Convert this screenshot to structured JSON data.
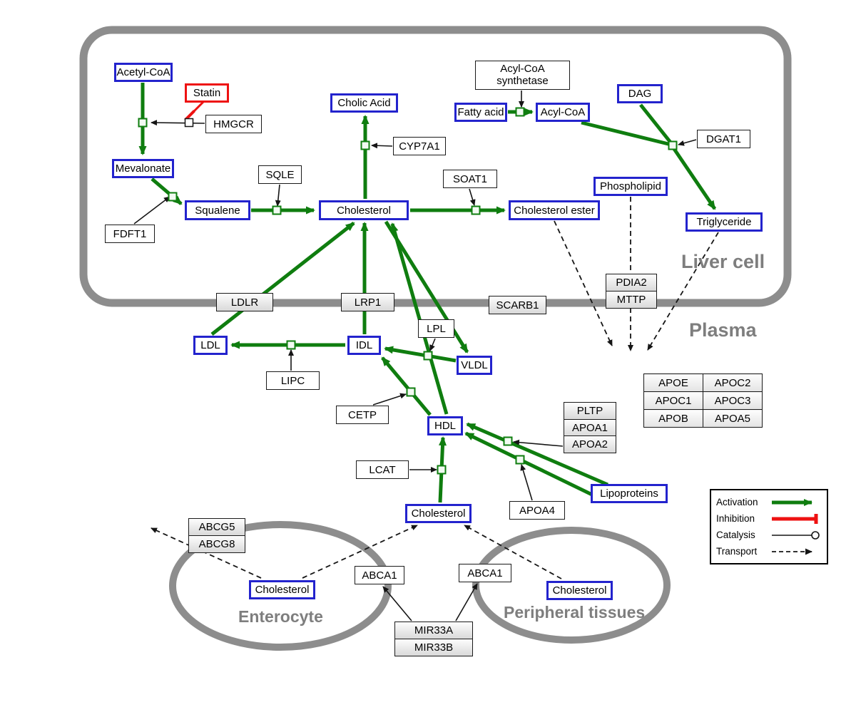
{
  "regions": {
    "liver": "Liver cell",
    "plasma": "Plasma",
    "enterocyte": "Enterocyte",
    "peripheral": "Peripheral tissues"
  },
  "nodes": {
    "acetyl_coa": "Acetyl-CoA",
    "statin": "Statin",
    "hmgcr": "HMGCR",
    "mevalonate": "Mevalonate",
    "fdft1": "FDFT1",
    "squalene": "Squalene",
    "sqle": "SQLE",
    "cholesterol": "Cholesterol",
    "cholic_acid": "Cholic Acid",
    "cyp7a1": "CYP7A1",
    "soat1": "SOAT1",
    "cholesterol_ester": "Cholesterol ester",
    "acyl_coa_synthetase": "Acyl-CoA synthetase",
    "fatty_acid": "Fatty acid",
    "acyl_coa": "Acyl-CoA",
    "dag": "DAG",
    "dgat1": "DGAT1",
    "phospholipid": "Phospholipid",
    "triglyceride": "Triglyceride",
    "ldlr": "LDLR",
    "lrp1": "LRP1",
    "scarb1": "SCARB1",
    "pdia2": "PDIA2",
    "mttp": "MTTP",
    "ldl": "LDL",
    "lipc": "LIPC",
    "idl": "IDL",
    "lpl": "LPL",
    "vldl": "VLDL",
    "cetp": "CETP",
    "hdl": "HDL",
    "lcat": "LCAT",
    "apoa4": "APOA4",
    "lipoproteins": "Lipoproteins",
    "pltp": "PLTP",
    "apoa1": "APOA1",
    "apoa2": "APOA2",
    "abcg5": "ABCG5",
    "abcg8": "ABCG8",
    "abca1": "ABCA1",
    "mir33a": "MIR33A",
    "mir33b": "MIR33B"
  },
  "apo_table": {
    "rows": [
      [
        "APOE",
        "APOC2"
      ],
      [
        "APOC1",
        "APOC3"
      ],
      [
        "APOB",
        "APOA5"
      ]
    ]
  },
  "legend": {
    "activation": "Activation",
    "inhibition": "Inhibition",
    "catalysis": "Catalysis",
    "transport": "Transport"
  },
  "colors": {
    "activation_green": "#0f7d0f",
    "inhibition_red": "#ee1111",
    "compound_blue": "#2323cd",
    "membrane_gray": "#8d8d8d"
  }
}
